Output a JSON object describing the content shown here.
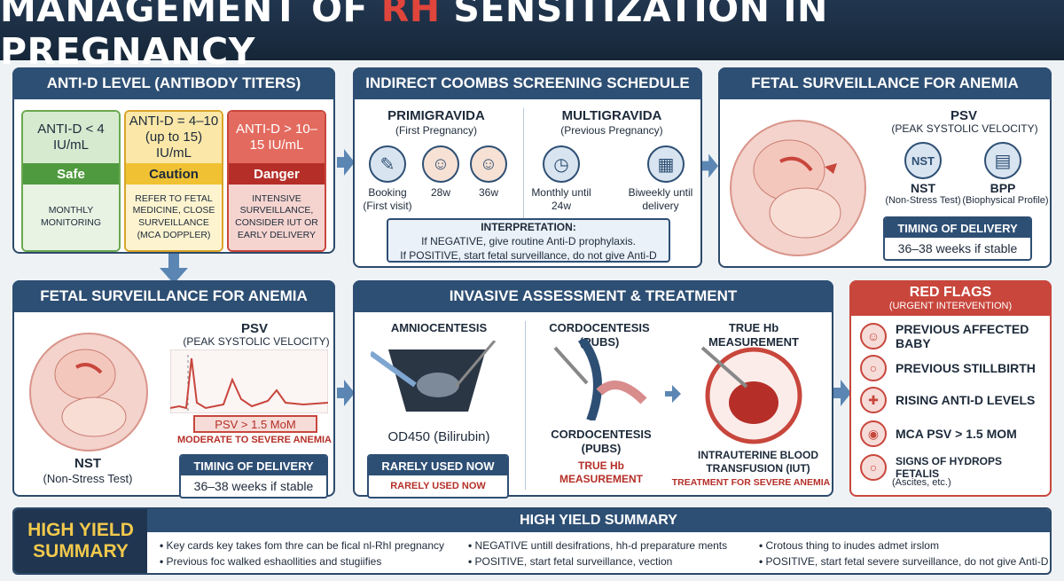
{
  "title": {
    "part1": "MANAGEMENT OF ",
    "rh": "RH",
    "part2": " SENSITIZATION IN PREGNANCY"
  },
  "colors": {
    "navy": "#2e4f74",
    "red": "#c8463c",
    "green": "#4f9a3f",
    "yellow": "#f0c233"
  },
  "antid": {
    "heading": "ANTI-D LEVEL (ANTIBODY TITERS)",
    "columns": [
      {
        "level": "ANTI-D < 4 IU/mL",
        "status": "Safe",
        "action": "MONTHLY MONITORING"
      },
      {
        "level": "ANTI-D = 4–10 (up to 15) IU/mL",
        "status": "Caution",
        "action": "REFER TO FETAL MEDICINE, CLOSE SURVEILLANCE (MCA Doppler)"
      },
      {
        "level": "ANTI-D > 10–15 IU/mL",
        "status": "Danger",
        "action": "INTENSIVE SURVEILLANCE, CONSIDER IUT or EARLY DELIVERY"
      }
    ]
  },
  "coombs": {
    "heading": "INDIRECT COOMBS SCREENING SCHEDULE",
    "primi": {
      "title": "PRIMIGRAVIDA",
      "sub": "(First Pregnancy)"
    },
    "multi": {
      "title": "MULTIGRAVIDA",
      "sub": "(Previous Pregnancy)"
    },
    "steps": [
      "Booking (First visit)",
      "28w",
      "36w",
      "Monthly until 24w",
      "Biweekly until delivery"
    ],
    "interp_title": "INTERPRETATION:",
    "interp_neg": "If NEGATIVE, give routine Anti-D prophylaxis.",
    "interp_pos": "If POSITIVE, start fetal surveillance, do not give Anti-D"
  },
  "fetal_top": {
    "heading": "FETAL SURVEILLANCE FOR ANEMIA",
    "psv": "PSV",
    "psv_sub": "(PEAK SYSTOLIC VELOCITY)",
    "nst": "NST",
    "nst_sub": "(Non-Stress Test)",
    "bpp": "BPP",
    "bpp_sub": "(Biophysical Profile)",
    "timing_title": "TIMING OF DELIVERY",
    "timing_value": "36–38 weeks if stable"
  },
  "fetal_bottom": {
    "heading": "FETAL SURVEILLANCE FOR ANEMIA",
    "psv": "PSV",
    "psv_sub": "(PEAK SYSTOLIC VELOCITY)",
    "psv_box": "PSV > 1.5 MoM",
    "psv_note": "MODERATE TO SEVERE ANEMIA",
    "nst": "NST",
    "nst_sub": "(Non-Stress Test)",
    "timing_title": "TIMING OF DELIVERY",
    "timing_value": "36–38 weeks if stable"
  },
  "invasive": {
    "heading": "INVASIVE ASSESSMENT & TREATMENT",
    "amnio": "AMNIOCENTESIS",
    "od": "OD450 (Bilirubin)",
    "rarely1": "RARELY USED NOW",
    "rarely2": "RARELY USED NOW",
    "cordo": "CORDOCENTESIS (PUBS)",
    "cordo2": "CORDOCENTESIS (PUBS)",
    "truehb": "TRUE Hb MEASUREMENT",
    "truehb2": "TRUE Hb MEASUREMENT",
    "iut": "INTRAUTERINE BLOOD TRANSFUSION (IUT)",
    "iut_note": "TREATMENT FOR SEVERE ANEMIA"
  },
  "redflags": {
    "heading": "RED FLAGS",
    "sub": "(URGENT INTERVENTION)",
    "items": [
      {
        "icon": "baby-icon",
        "label": "PREVIOUS AFFECTED BABY"
      },
      {
        "icon": "stillbirth-icon",
        "label": "PREVIOUS STILLBIRTH"
      },
      {
        "icon": "syringe-icon",
        "label": "RISING ANTI-D LEVELS"
      },
      {
        "icon": "drop-icon",
        "label": "MCA PSV > 1.5 MoM"
      },
      {
        "icon": "hydrops-icon",
        "label": "SIGNS OF HYDROPS FETALIS"
      }
    ],
    "note": "(Ascites, etc.)"
  },
  "summary": {
    "label": "HIGH YIELD SUMMARY",
    "bar": "HIGH YIELD SUMMARY",
    "col1": [
      "Key cards key takes fom thre can be fical nl-RhI pregnancy",
      "Previous foc walked eshaollities and stugiifies"
    ],
    "col2": [
      "NEGATIVE untill desifrations, hh-d preparature ments",
      "POSITIVE, start fetal surveillance, vection"
    ],
    "col3": [
      "Crotous thing to inudes admet irslom",
      "POSITIVE, start fetal severe surveillance, do not give Anti-D"
    ]
  }
}
